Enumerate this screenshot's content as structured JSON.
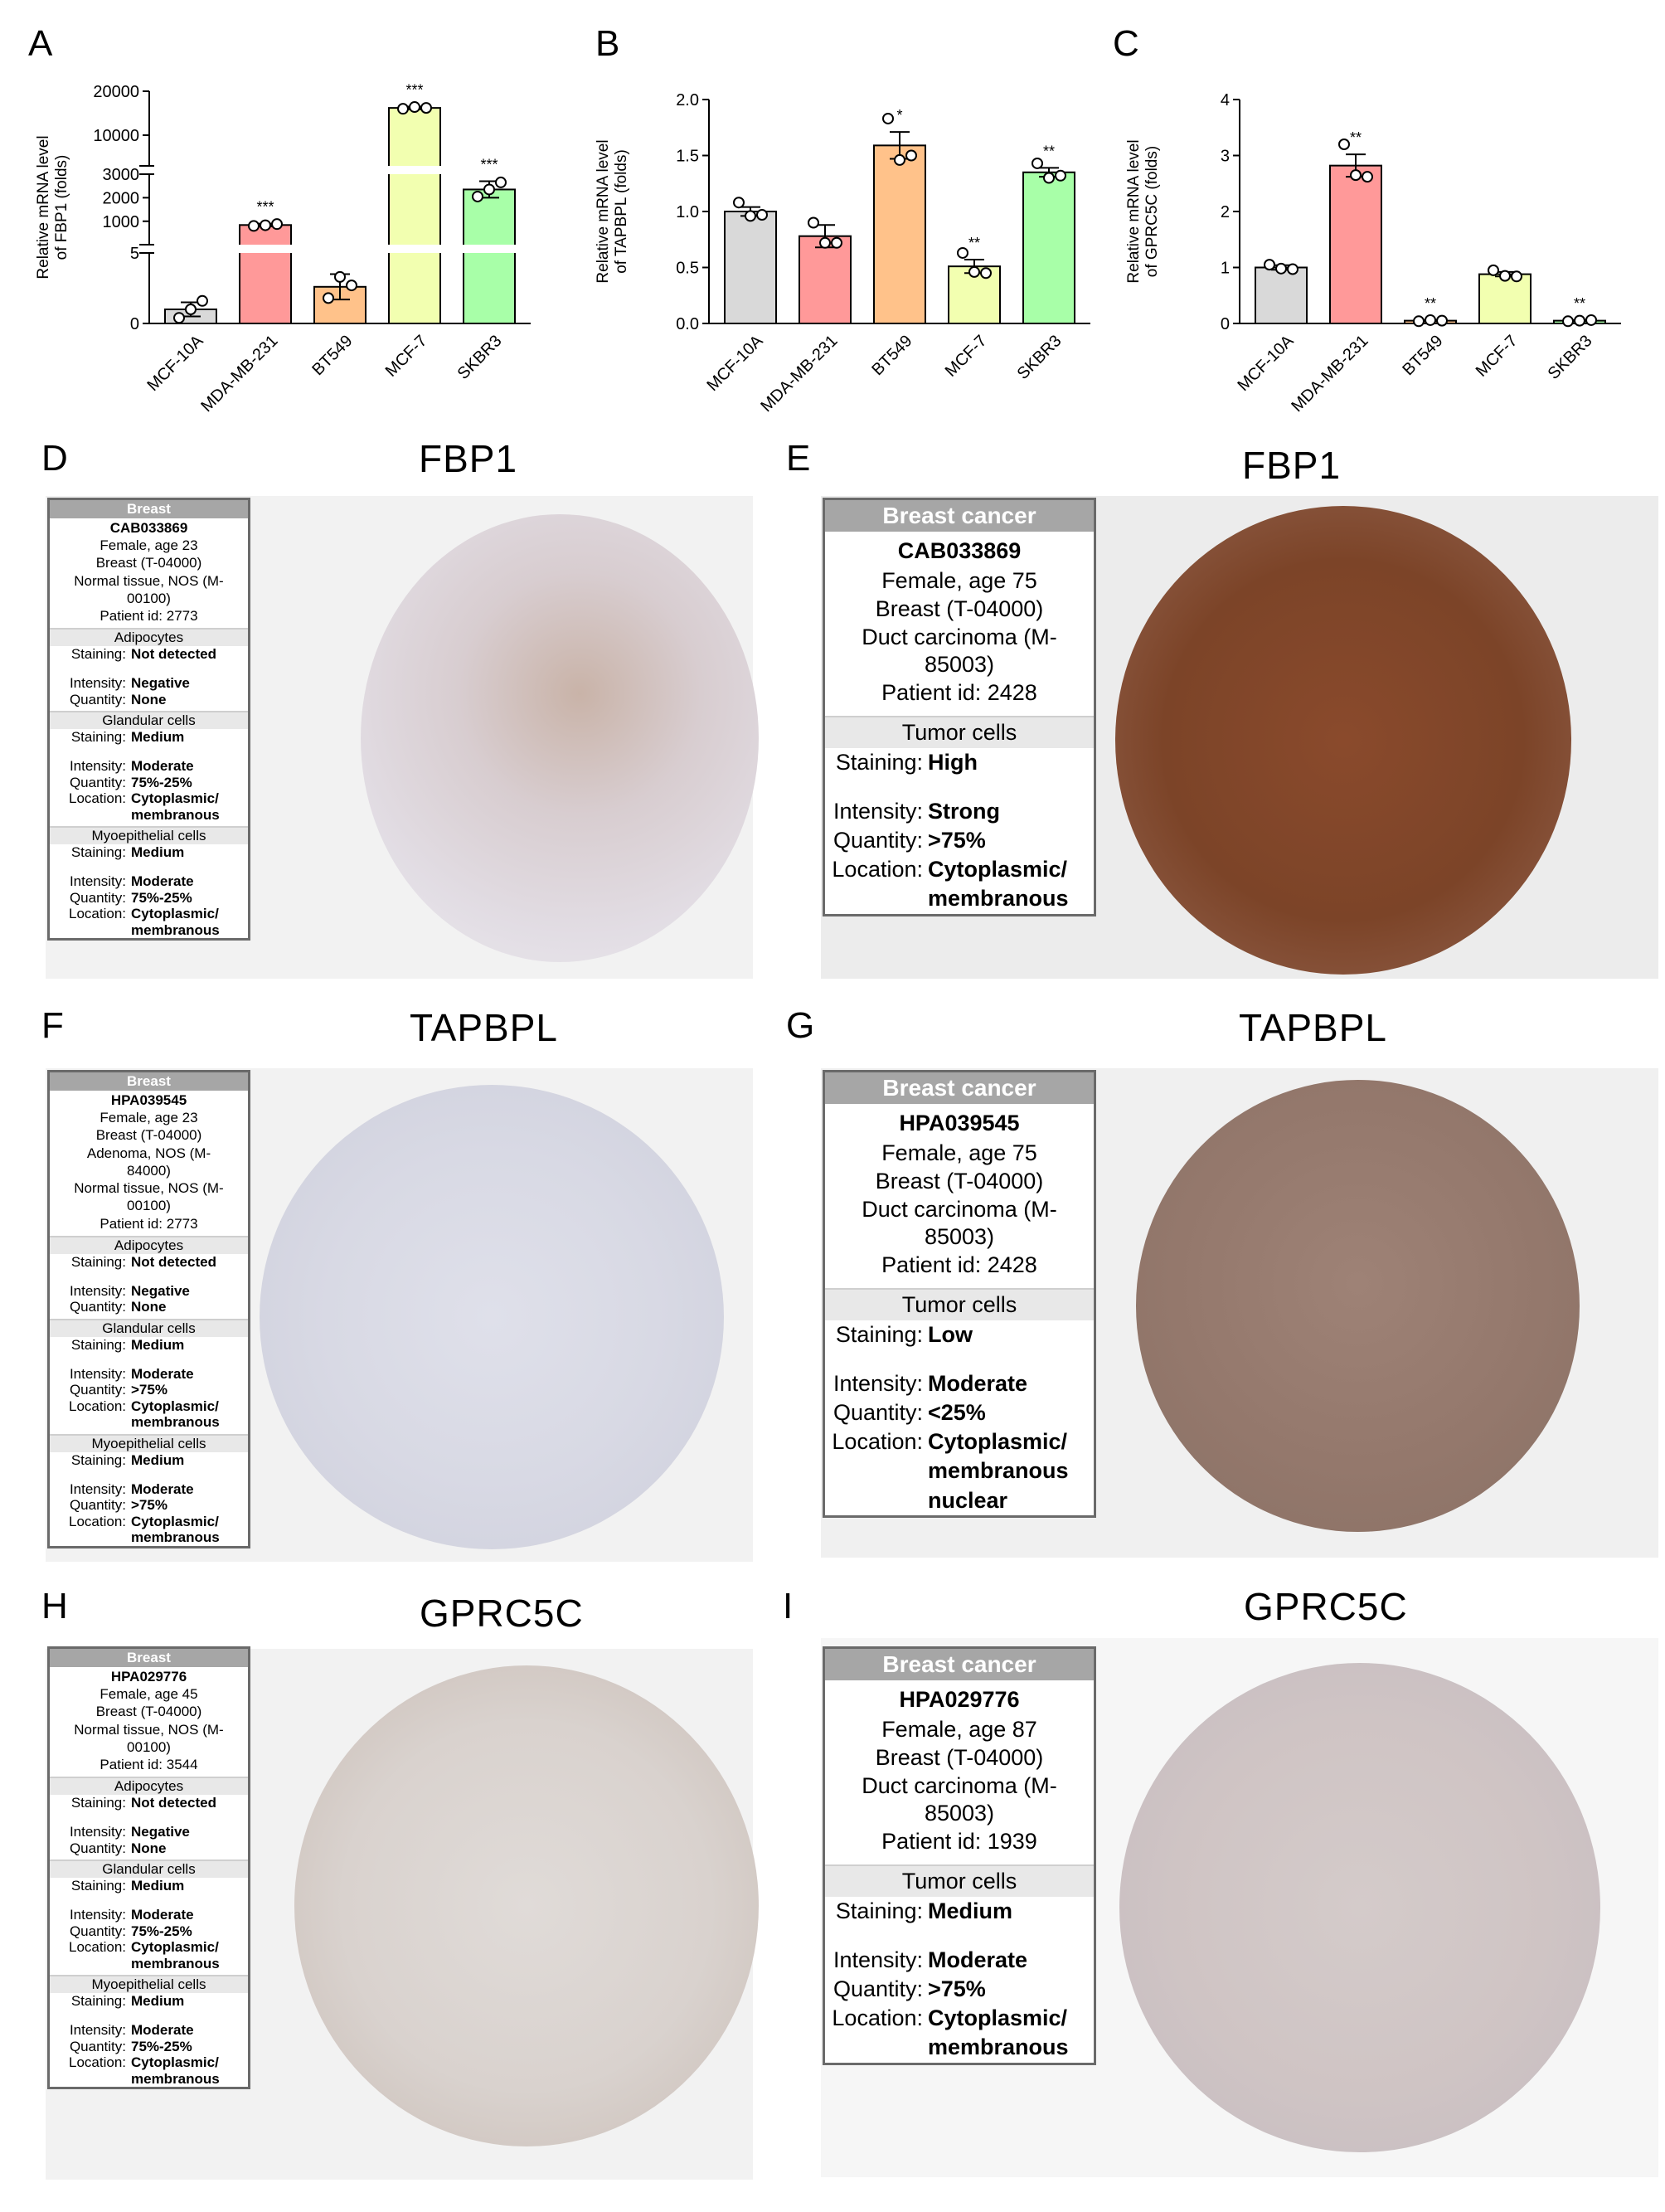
{
  "panels": {
    "A": "A",
    "B": "B",
    "C": "C",
    "D": "D",
    "E": "E",
    "F": "F",
    "G": "G",
    "H": "H",
    "I": "I"
  },
  "chart_data": [
    {
      "type": "bar",
      "panel": "A",
      "ylabel": "Relative mRNA level\nof FBP1 (folds)",
      "categories": [
        "MCF-10A",
        "MDA-MB-231",
        "BT549",
        "MCF-7",
        "SKBR3"
      ],
      "values": [
        1.0,
        840,
        2.6,
        16200,
        2350
      ],
      "errors": [
        0.5,
        60,
        0.9,
        300,
        350
      ],
      "points": [
        [
          0.4,
          1.0,
          1.6
        ],
        [
          800,
          830,
          880
        ],
        [
          1.8,
          3.3,
          2.7
        ],
        [
          16000,
          16400,
          16200
        ],
        [
          2050,
          2350,
          2650
        ]
      ],
      "significance": [
        "",
        "***",
        "",
        "***",
        "***"
      ],
      "colors": [
        "#d9d9d9",
        "#ff9999",
        "#ffc28a",
        "#f2ffb0",
        "#a8ffa8"
      ],
      "axis_break": true,
      "yticks": [
        "0",
        "5",
        "1000",
        "2000",
        "3000",
        "10000",
        "20000"
      ]
    },
    {
      "type": "bar",
      "panel": "B",
      "ylabel": "Relative mRNA level\nof TAPBPL (folds)",
      "categories": [
        "MCF-10A",
        "MDA-MB-231",
        "BT549",
        "MCF-7",
        "SKBR3"
      ],
      "values": [
        1.0,
        0.78,
        1.59,
        0.51,
        1.35
      ],
      "errors": [
        0.04,
        0.1,
        0.12,
        0.06,
        0.04
      ],
      "points": [
        [
          1.08,
          0.96,
          0.97
        ],
        [
          0.9,
          0.72,
          0.72
        ],
        [
          1.83,
          1.46,
          1.5
        ],
        [
          0.63,
          0.46,
          0.45
        ],
        [
          1.43,
          1.3,
          1.32
        ]
      ],
      "significance": [
        "",
        "",
        "*",
        "**",
        "**"
      ],
      "colors": [
        "#d9d9d9",
        "#ff9999",
        "#ffc28a",
        "#f2ffb0",
        "#a8ffa8"
      ],
      "ylim": [
        0,
        2.0
      ],
      "yticks": [
        "0.0",
        "0.5",
        "1.0",
        "1.5",
        "2.0"
      ]
    },
    {
      "type": "bar",
      "panel": "C",
      "ylabel": "Relative mRNA level\nof GPRC5C (folds)",
      "categories": [
        "MCF-10A",
        "MDA-MB-231",
        "BT549",
        "MCF-7",
        "SKBR3"
      ],
      "values": [
        1.0,
        2.82,
        0.05,
        0.88,
        0.05
      ],
      "errors": [
        0.04,
        0.2,
        0.01,
        0.04,
        0.01
      ],
      "points": [
        [
          1.05,
          0.98,
          0.97
        ],
        [
          3.2,
          2.65,
          2.62
        ],
        [
          0.04,
          0.06,
          0.05
        ],
        [
          0.95,
          0.85,
          0.84
        ],
        [
          0.04,
          0.05,
          0.06
        ]
      ],
      "significance": [
        "",
        "**",
        "**",
        "",
        "**"
      ],
      "colors": [
        "#d9d9d9",
        "#ff9999",
        "#ffc28a",
        "#f2ffb0",
        "#a8ffa8"
      ],
      "ylim": [
        0,
        4
      ],
      "yticks": [
        "0",
        "1",
        "2",
        "3",
        "4"
      ]
    }
  ],
  "ihc": {
    "D": {
      "title": "FBP1",
      "card": {
        "header": "Breast",
        "antibody": "CAB033869",
        "info": "Female, age 23\nBreast (T-04000)\nNormal tissue, NOS (M-\n00100)\nPatient id: 2773",
        "sections": [
          {
            "name": "Adipocytes",
            "rows": [
              [
                "Staining:",
                "Not detected"
              ],
              [
                "",
                ""
              ],
              [
                "Intensity:",
                "Negative"
              ],
              [
                "Quantity:",
                "None"
              ]
            ]
          },
          {
            "name": "Glandular cells",
            "rows": [
              [
                "Staining:",
                "Medium"
              ],
              [
                "",
                ""
              ],
              [
                "Intensity:",
                "Moderate"
              ],
              [
                "Quantity:",
                "75%-25%"
              ],
              [
                "Location:",
                "Cytoplasmic/\nmembranous"
              ]
            ]
          },
          {
            "name": "Myoepithelial cells",
            "rows": [
              [
                "Staining:",
                "Medium"
              ],
              [
                "",
                ""
              ],
              [
                "Intensity:",
                "Moderate"
              ],
              [
                "Quantity:",
                "75%-25%"
              ],
              [
                "Location:",
                "Cytoplasmic/\nmembranous"
              ]
            ]
          }
        ]
      }
    },
    "E": {
      "title": "FBP1",
      "card": {
        "header": "Breast cancer",
        "antibody": "CAB033869",
        "info": "Female, age 75\nBreast (T-04000)\nDuct carcinoma (M-\n85003)\nPatient id: 2428",
        "sections": [
          {
            "name": "Tumor cells",
            "rows": [
              [
                "Staining:",
                "High"
              ],
              [
                "",
                ""
              ],
              [
                "Intensity:",
                "Strong"
              ],
              [
                "Quantity:",
                ">75%"
              ],
              [
                "Location:",
                "Cytoplasmic/\nmembranous"
              ]
            ]
          }
        ]
      }
    },
    "F": {
      "title": "TAPBPL",
      "card": {
        "header": "Breast",
        "antibody": "HPA039545",
        "info": "Female, age 23\nBreast (T-04000)\nAdenoma, NOS (M-\n84000)\nNormal tissue, NOS (M-\n00100)\nPatient id: 2773",
        "sections": [
          {
            "name": "Adipocytes",
            "rows": [
              [
                "Staining:",
                "Not detected"
              ],
              [
                "",
                ""
              ],
              [
                "Intensity:",
                "Negative"
              ],
              [
                "Quantity:",
                "None"
              ]
            ]
          },
          {
            "name": "Glandular cells",
            "rows": [
              [
                "Staining:",
                "Medium"
              ],
              [
                "",
                ""
              ],
              [
                "Intensity:",
                "Moderate"
              ],
              [
                "Quantity:",
                ">75%"
              ],
              [
                "Location:",
                "Cytoplasmic/\nmembranous"
              ]
            ]
          },
          {
            "name": "Myoepithelial cells",
            "rows": [
              [
                "Staining:",
                "Medium"
              ],
              [
                "",
                ""
              ],
              [
                "Intensity:",
                "Moderate"
              ],
              [
                "Quantity:",
                ">75%"
              ],
              [
                "Location:",
                "Cytoplasmic/\nmembranous"
              ]
            ]
          }
        ]
      }
    },
    "G": {
      "title": "TAPBPL",
      "card": {
        "header": "Breast cancer",
        "antibody": "HPA039545",
        "info": "Female, age 75\nBreast (T-04000)\nDuct carcinoma (M-\n85003)\nPatient id: 2428",
        "sections": [
          {
            "name": "Tumor cells",
            "rows": [
              [
                "Staining:",
                "Low"
              ],
              [
                "",
                ""
              ],
              [
                "Intensity:",
                "Moderate"
              ],
              [
                "Quantity:",
                "<25%"
              ],
              [
                "Location:",
                "Cytoplasmic/\nmembranous\nnuclear"
              ]
            ]
          }
        ]
      }
    },
    "H": {
      "title": "GPRC5C",
      "card": {
        "header": "Breast",
        "antibody": "HPA029776",
        "info": "Female, age 45\nBreast (T-04000)\nNormal tissue, NOS (M-\n00100)\nPatient id: 3544",
        "sections": [
          {
            "name": "Adipocytes",
            "rows": [
              [
                "Staining:",
                "Not detected"
              ],
              [
                "",
                ""
              ],
              [
                "Intensity:",
                "Negative"
              ],
              [
                "Quantity:",
                "None"
              ]
            ]
          },
          {
            "name": "Glandular cells",
            "rows": [
              [
                "Staining:",
                "Medium"
              ],
              [
                "",
                ""
              ],
              [
                "Intensity:",
                "Moderate"
              ],
              [
                "Quantity:",
                "75%-25%"
              ],
              [
                "Location:",
                "Cytoplasmic/\nmembranous"
              ]
            ]
          },
          {
            "name": "Myoepithelial cells",
            "rows": [
              [
                "Staining:",
                "Medium"
              ],
              [
                "",
                ""
              ],
              [
                "Intensity:",
                "Moderate"
              ],
              [
                "Quantity:",
                "75%-25%"
              ],
              [
                "Location:",
                "Cytoplasmic/\nmembranous"
              ]
            ]
          }
        ]
      }
    },
    "I": {
      "title": "GPRC5C",
      "card": {
        "header": "Breast cancer",
        "antibody": "HPA029776",
        "info": "Female, age 87\nBreast (T-04000)\nDuct carcinoma (M-\n85003)\nPatient id: 1939",
        "sections": [
          {
            "name": "Tumor cells",
            "rows": [
              [
                "Staining:",
                "Medium"
              ],
              [
                "",
                ""
              ],
              [
                "Intensity:",
                "Moderate"
              ],
              [
                "Quantity:",
                ">75%"
              ],
              [
                "Location:",
                "Cytoplasmic/\nmembranous"
              ]
            ]
          }
        ]
      }
    }
  }
}
